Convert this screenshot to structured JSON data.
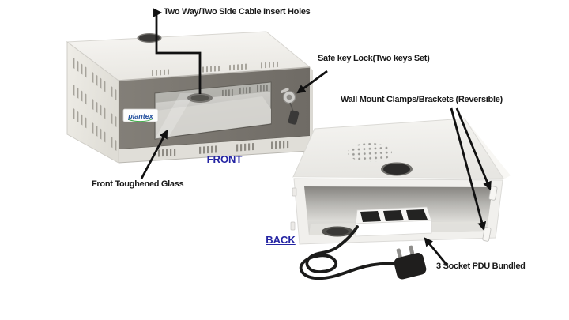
{
  "annotations": {
    "cable_insert": "Two Way/Two Side Cable Insert Holes",
    "safe_key_lock": "Safe key Lock(Two keys Set)",
    "wall_mount": "Wall Mount Clamps/Brackets (Reversible)",
    "toughened_glass": "Front Toughened Glass",
    "pdu_bundled": "3 Socket PDU Bundled"
  },
  "view_labels": {
    "front": "FRONT",
    "back": "BACK"
  },
  "brand": {
    "logo": "plantex"
  },
  "colors": {
    "annotation_text": "#1a1a1a",
    "view_label_text": "#2525a3",
    "arrow": "#111111",
    "cabinet_body": "#f0efec",
    "door_frame": "#7b7770",
    "glass": "#c8c7c3",
    "pdu_socket": "#232322",
    "cable": "#1b1b1a",
    "logo_text": "#24509e"
  }
}
